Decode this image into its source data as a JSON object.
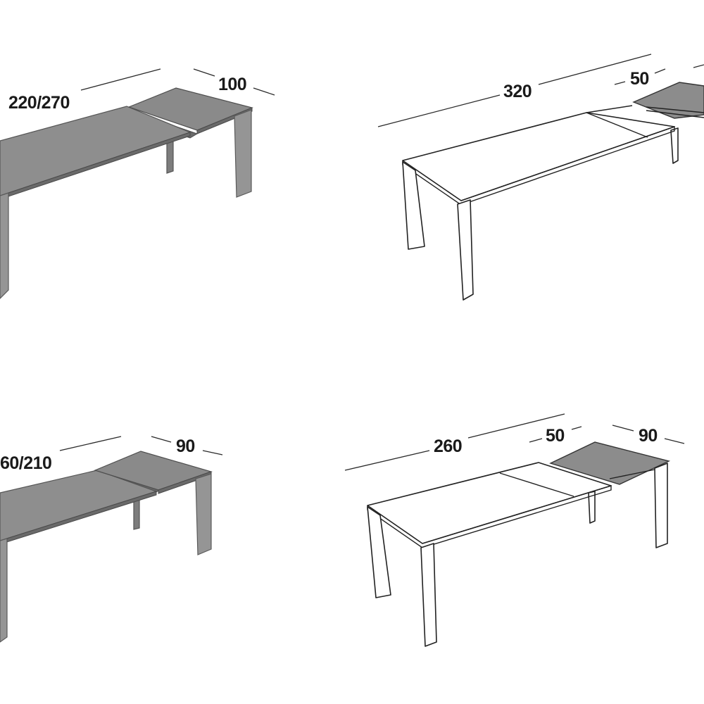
{
  "diagrams": [
    {
      "id": "table-a",
      "style": "solid",
      "dimensions": {
        "length": "220/270",
        "extension": "100"
      }
    },
    {
      "id": "table-b",
      "style": "line",
      "dimensions": {
        "length": "320",
        "extension": "50"
      }
    },
    {
      "id": "table-c",
      "style": "solid",
      "dimensions": {
        "length": "60/210",
        "extension": "90"
      }
    },
    {
      "id": "table-d",
      "style": "line",
      "dimensions": {
        "length": "260",
        "extension_leaf": "50",
        "width": "90"
      }
    }
  ],
  "colors": {
    "background": "#ffffff",
    "solid_fill": "#8e8e8e",
    "line_stroke": "#222222",
    "text": "#1a1a1a"
  }
}
